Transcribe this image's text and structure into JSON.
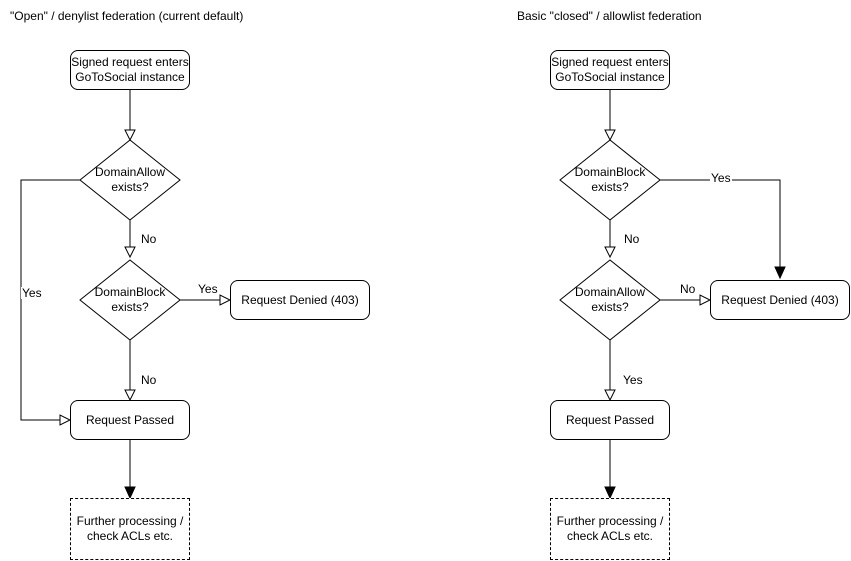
{
  "colors": {
    "stroke": "#000000",
    "fill": "#ffffff",
    "text": "#000000"
  },
  "left_chart": {
    "title": "\"Open\" / denylist federation (current default)",
    "start": {
      "line1": "Signed request enters",
      "line2": "GoToSocial instance"
    },
    "decision1": {
      "line1": "DomainAllow",
      "line2": "exists?"
    },
    "decision2": {
      "line1": "DomainBlock",
      "line2": "exists?"
    },
    "denied": "Request Denied (403)",
    "passed": "Request Passed",
    "further": {
      "line1": "Further processing /",
      "line2": "check ACLs etc."
    },
    "labels": {
      "decision1_yes": "Yes",
      "decision1_no": "No",
      "decision2_yes": "Yes",
      "decision2_no": "No"
    }
  },
  "right_chart": {
    "title": "Basic \"closed\" / allowlist federation",
    "start": {
      "line1": "Signed request enters",
      "line2": "GoToSocial instance"
    },
    "decision1": {
      "line1": "DomainBlock",
      "line2": "exists?"
    },
    "decision2": {
      "line1": "DomainAllow",
      "line2": "exists?"
    },
    "denied": "Request Denied (403)",
    "passed": "Request Passed",
    "further": {
      "line1": "Further processing /",
      "line2": "check ACLs etc."
    },
    "labels": {
      "decision1_yes": "Yes",
      "decision1_no": "No",
      "decision2_no": "No",
      "decision2_yes": "Yes"
    }
  }
}
